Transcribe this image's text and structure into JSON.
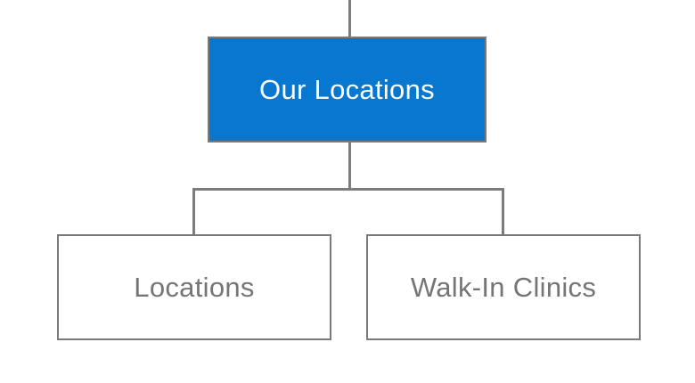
{
  "diagram": {
    "root": {
      "label": "Our Locations"
    },
    "children": [
      {
        "label": "Locations"
      },
      {
        "label": "Walk-In Clinics"
      }
    ],
    "colors": {
      "root_fill": "#0877cf",
      "root_text": "#ffffff",
      "child_fill": "#ffffff",
      "child_text": "#757575",
      "border": "#7a7a7a",
      "connector_line": "#7c7c7c"
    }
  }
}
